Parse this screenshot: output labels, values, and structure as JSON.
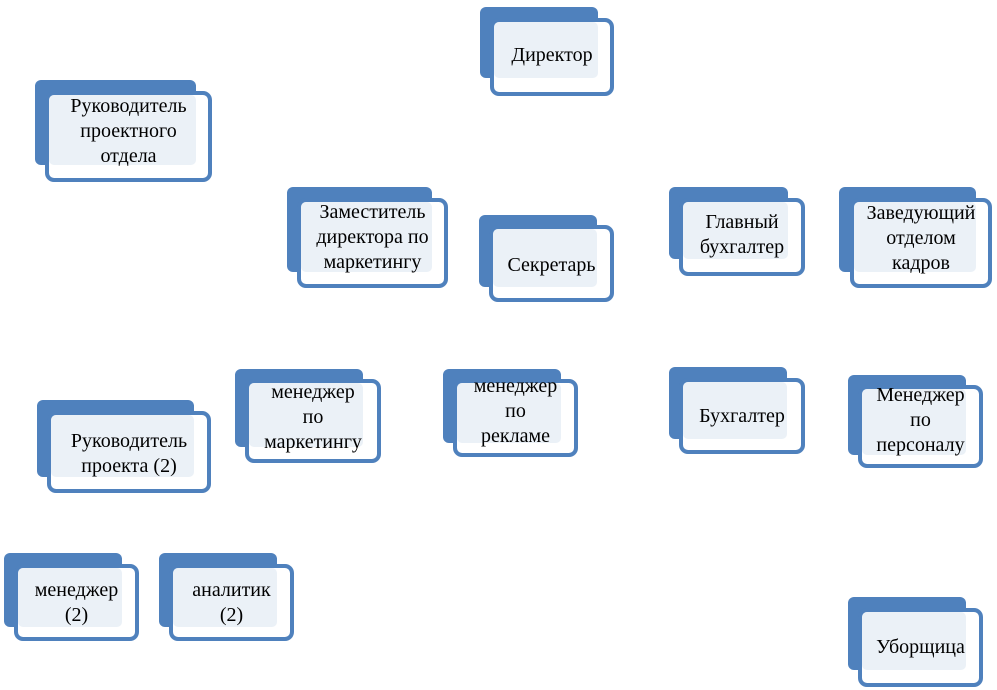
{
  "diagram": {
    "type": "org-chart",
    "colors": {
      "accent": "#4f81bd",
      "card_fill": "#ffffff",
      "card_tint": "#dbe5f1"
    },
    "nodes": [
      {
        "id": "director",
        "label": "Директор"
      },
      {
        "id": "head-project-dept",
        "label": "Руководитель\nпроектного\nотдела"
      },
      {
        "id": "deputy-marketing",
        "label": "Заместитель\nдиректора по\nмаркетингу"
      },
      {
        "id": "secretary",
        "label": "Секретарь"
      },
      {
        "id": "chief-accountant",
        "label": "Главный\nбухгалтер"
      },
      {
        "id": "head-hr",
        "label": "Заведующий\nотделом\nкадров"
      },
      {
        "id": "marketing-manager",
        "label": "менеджер\nпо\nмаркетингу"
      },
      {
        "id": "advertising-manager",
        "label": "менеджер\nпо\nрекламе"
      },
      {
        "id": "accountant",
        "label": "Бухгалтер"
      },
      {
        "id": "hr-manager",
        "label": "Менеджер\nпо\nперсоналу"
      },
      {
        "id": "project-manager",
        "label": "Руководитель\nпроекта (2)"
      },
      {
        "id": "manager",
        "label": "менеджер\n(2)"
      },
      {
        "id": "analyst",
        "label": "аналитик\n(2)"
      },
      {
        "id": "cleaner",
        "label": "Уборщица"
      }
    ]
  }
}
